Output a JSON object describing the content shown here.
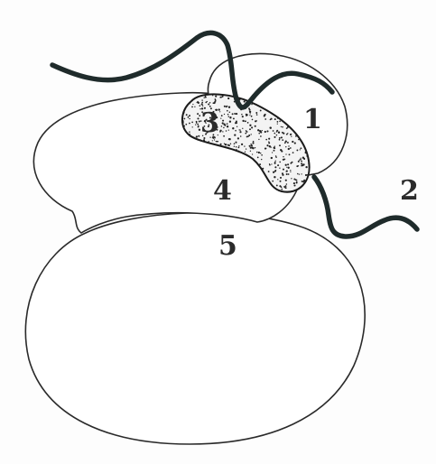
{
  "labels": {
    "one": "1",
    "two": "2",
    "three": "3",
    "four": "4",
    "five": "5"
  },
  "colors": {
    "outline": "#2a2a2a",
    "flagellum": "#1f2b2b",
    "stipple": "#222222",
    "background": "#fdfdfd"
  }
}
